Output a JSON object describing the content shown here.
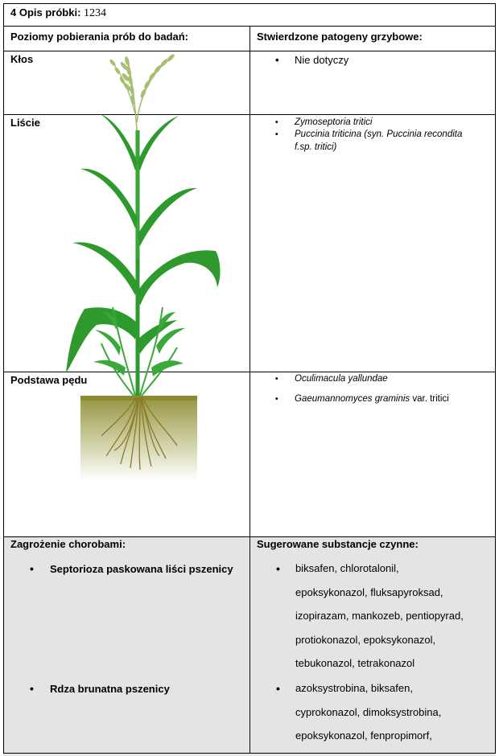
{
  "header": {
    "label": "4 Opis próbki:",
    "value": "1234"
  },
  "columns": {
    "left": "Poziomy pobierania prób do badań:",
    "right": "Stwierdzone patogeny grzybowe:"
  },
  "levels": [
    {
      "name": "Kłos",
      "pathogens": [
        "Nie dotyczy"
      ]
    },
    {
      "name": "Liście",
      "pathogens": [
        "Zymoseptoria tritici",
        "Puccinia triticina (syn. Puccinia recondita",
        "f.sp. tritici)"
      ]
    },
    {
      "name": "Podstawa pędu",
      "pathogens": [
        "Oculimacula yallundae",
        "Gaeumannomyces graminis",
        "var. tritici"
      ]
    }
  ],
  "threats": {
    "header": "Zagrożenie chorobami:",
    "substances_header": "Sugerowane substancje czynne:",
    "items": [
      {
        "disease": "Septorioza paskowana liści pszenicy",
        "substances": [
          "biksafen, chlorotalonil,",
          "epoksykonazol, fluksapyroksad,",
          "izopirazam, mankozeb, pentiopyrad,",
          "protiokonazol, epoksykonazol,",
          "tebukonazol, tetrakonazol"
        ]
      },
      {
        "disease": "Rdza brunatna pszenicy",
        "substances": [
          "azoksystrobina, biksafen,",
          "cyprokonazol, dimoksystrobina,",
          "epoksykonazol, fenpropimorf,"
        ]
      }
    ]
  },
  "colors": {
    "plant_green": "#2e9a2e",
    "ear_green": "#9fb86a",
    "soil_top": "#8a8a2e",
    "root_color": "#8a7a2a",
    "shade": "#e4e4e4"
  }
}
